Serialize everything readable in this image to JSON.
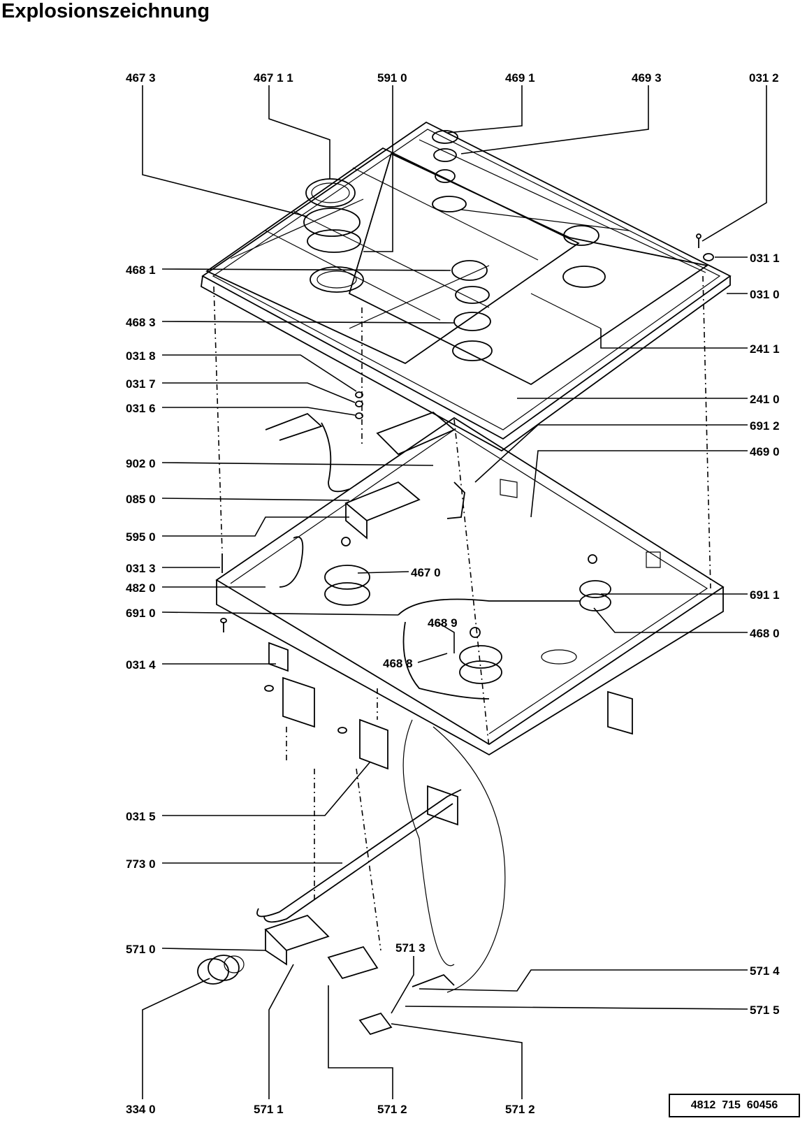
{
  "title": "Explosionszeichnung",
  "document_number": "4812  715  60456",
  "labels": {
    "l4673": "467 3",
    "l46711": "467 1 1",
    "l5910": "591 0",
    "l4691": "469 1",
    "l4693": "469 3",
    "l0312": "031 2",
    "l0311": "031 1",
    "l0310": "031 0",
    "l4681": "468 1",
    "l4683": "468 3",
    "l2411": "241 1",
    "l0318": "031 8",
    "l0317": "031 7",
    "l0316": "031 6",
    "l2410": "241 0",
    "l6912": "691 2",
    "l9020": "902 0",
    "l4690": "469 0",
    "l0850": "085 0",
    "l5950": "595 0",
    "l0313": "031 3",
    "l4670": "467 0",
    "l4820": "482 0",
    "l6911": "691 1",
    "l6910": "691 0",
    "l4689": "468 9",
    "l4680": "468 0",
    "l0314": "031 4",
    "l4688": "468 8",
    "l0315": "031 5",
    "l7730": "773 0",
    "l5710": "571 0",
    "l5713": "571 3",
    "l5714": "571 4",
    "l5715": "571 5",
    "l3340": "334 0",
    "l5711": "571 1",
    "l5712a": "571 2",
    "l5712b": "571 2"
  }
}
